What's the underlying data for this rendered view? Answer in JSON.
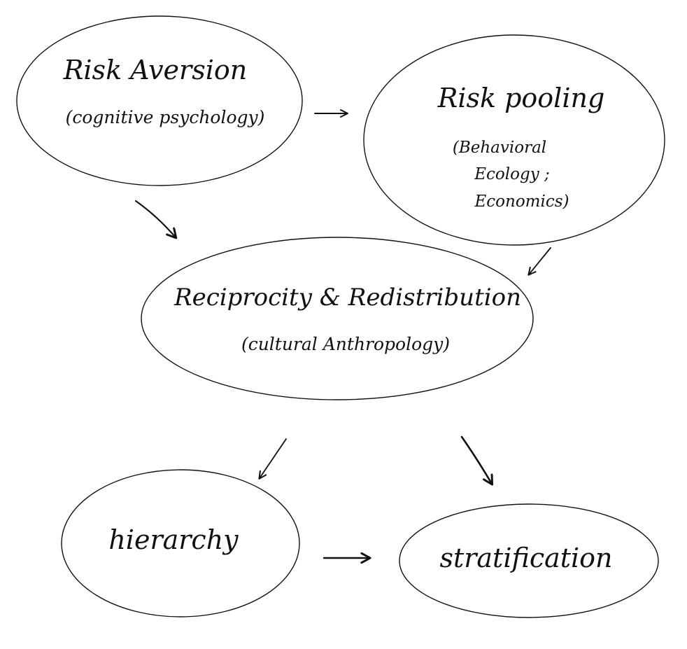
{
  "nodes": {
    "risk_aversion": {
      "title": "Risk Aversion",
      "subtitle": "(cognitive psychology)"
    },
    "risk_pooling": {
      "title": "Risk pooling",
      "subtitle_1": "(Behavioral",
      "subtitle_2": "Ecology ;",
      "subtitle_3": "Economics)"
    },
    "reciprocity": {
      "title": "Reciprocity & Redistribution",
      "subtitle": "(cultural Anthropology)"
    },
    "hierarchy": {
      "title": "hierarchy"
    },
    "stratification": {
      "title": "stratification"
    }
  },
  "edges": [
    {
      "from": "risk_aversion",
      "to": "risk_pooling"
    },
    {
      "from": "risk_aversion",
      "to": "reciprocity"
    },
    {
      "from": "risk_pooling",
      "to": "reciprocity"
    },
    {
      "from": "reciprocity",
      "to": "hierarchy"
    },
    {
      "from": "reciprocity",
      "to": "stratification"
    },
    {
      "from": "hierarchy",
      "to": "stratification"
    }
  ],
  "colors": {
    "ink": "#111111",
    "background": "#ffffff"
  }
}
